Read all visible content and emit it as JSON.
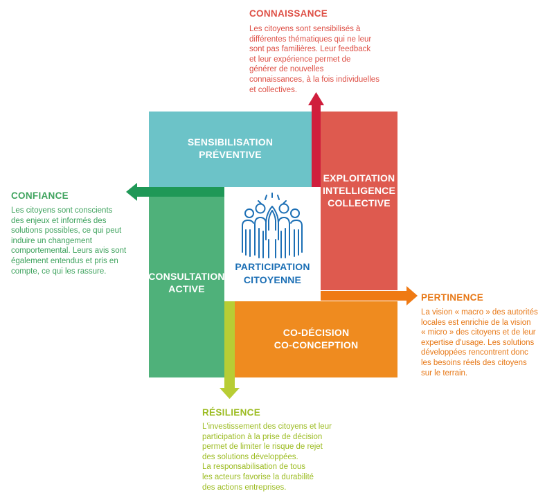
{
  "colors": {
    "sensibilisation": "#6cc3c8",
    "exploitation": "#de5a4f",
    "consultation": "#4fb17a",
    "codecision": "#ef8b1f",
    "connaissance_arrow": "#d01e3c",
    "confiance_arrow": "#1f9857",
    "pertinence_arrow": "#ef7a14",
    "resilience_arrow": "#b8cd34",
    "center_blue": "#1c6fb5",
    "connaissance_text": "#de4f45",
    "confiance_text": "#3fa35e",
    "pertinence_text": "#e77817",
    "resilience_text": "#9cbc22"
  },
  "center": {
    "icon": "raised-hands-people-icon",
    "title_line1": "PARTICIPATION",
    "title_line2": "CITOYENNE"
  },
  "quadrants": {
    "sensibilisation": "SENSIBILISATION\nPRÉVENTIVE",
    "exploitation": "EXPLOITATION\nINTELLIGENCE\nCOLLECTIVE",
    "consultation": "CONSULTATION\nACTIVE",
    "codecision": "CO-DÉCISION\nCO-CONCEPTION"
  },
  "outcomes": {
    "connaissance": {
      "title": "CONNAISSANCE",
      "text": "Les citoyens sont sensibilisés à\ndifférentes thématiques qui ne leur\nsont pas familières. Leur feedback\net leur expérience permet de\ngénérer de nouvelles\nconnaissances, à la fois individuelles\net collectives."
    },
    "confiance": {
      "title": "CONFIANCE",
      "text": "Les citoyens sont conscients\ndes enjeux et informés des\nsolutions possibles, ce qui peut\ninduire un changement\ncomportemental. Leurs avis sont\négalement entendus et pris en\ncompte, ce qui les rassure."
    },
    "pertinence": {
      "title": "PERTINENCE",
      "text": "La vision « macro » des autorités\nlocales est enrichie de la vision\n« micro » des citoyens et de leur\nexpertise d'usage. Les solutions\ndéveloppées rencontrent donc\nles besoins réels des citoyens\nsur le terrain."
    },
    "resilience": {
      "title": "RÉSILIENCE",
      "text": "L'investissement des citoyens et leur\nparticipation à la prise de décision\npermet de limiter le risque de rejet\ndes solutions développées.\nLa responsabilisation de tous\nles acteurs favorise la durabilité\ndes actions entreprises."
    }
  }
}
